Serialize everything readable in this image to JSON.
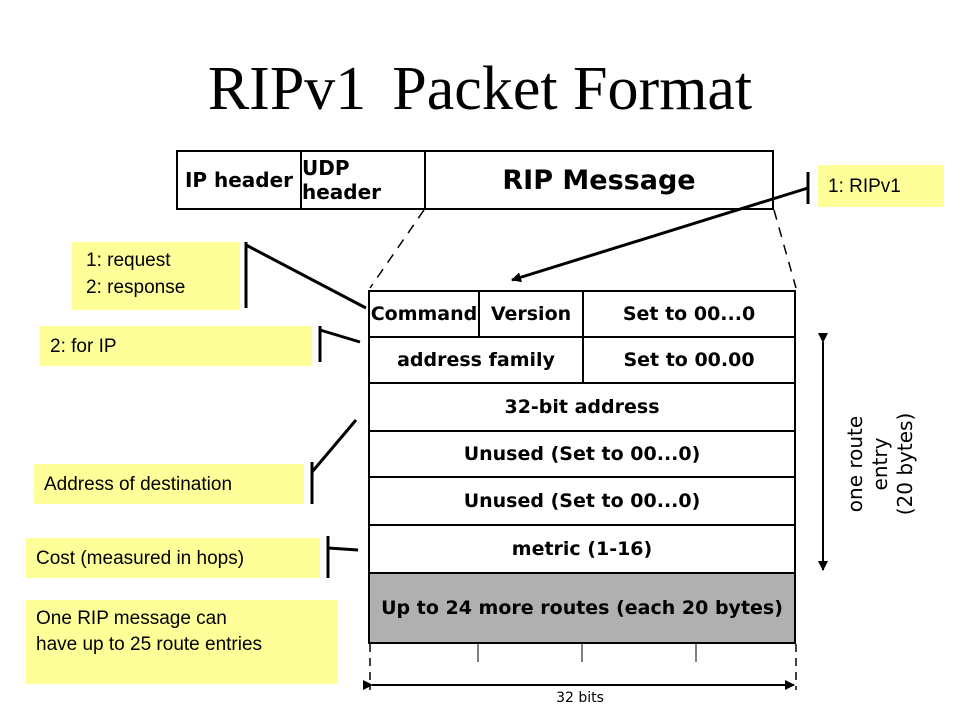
{
  "title": {
    "part1": "RIPv1",
    "part2": "Packet Format"
  },
  "packet_strip": {
    "ip_header": "IP header",
    "udp_header": "UDP header",
    "rip_message": "RIP Message"
  },
  "rip_table": {
    "command": "Command",
    "version": "Version",
    "set_zero_1": "Set to 00...0",
    "address_family": "address family",
    "set_zero_2": "Set to 00.00",
    "address": "32-bit address",
    "unused_1": "Unused (Set to 00...0)",
    "unused_2": "Unused (Set to 00...0)",
    "metric": "metric (1-16)",
    "more_routes": "Up to 24 more routes (each 20 bytes)"
  },
  "notes": {
    "ripv1": "1: RIPv1",
    "request": "1: request",
    "response": "2: response",
    "for_ip": "2: for IP",
    "destination": "Address of destination",
    "cost": "Cost (measured in hops)",
    "max_line1": "One RIP message  can",
    "max_line2": "have up to 25 route entries"
  },
  "side_label": {
    "line1": "one route entry",
    "line2": "(20 bytes)"
  },
  "width_label": "32 bits",
  "colors": {
    "note_background": "#ffff99",
    "extra_routes_fill": "#b0b0b0"
  }
}
